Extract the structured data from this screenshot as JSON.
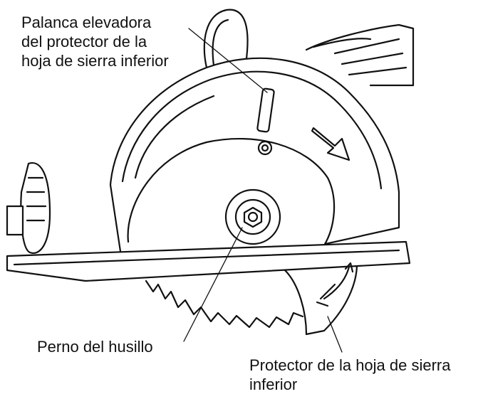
{
  "labels": {
    "lever": [
      "Palanca elevadora",
      "del protector de la",
      "hoja de sierra inferior"
    ],
    "spindle_bolt": "Perno del husillo",
    "lower_guard": [
      "Protector de la hoja de sierra",
      "inferior"
    ]
  },
  "colors": {
    "line": "#111111",
    "background": "#ffffff",
    "shade": "#e6e6e6"
  }
}
